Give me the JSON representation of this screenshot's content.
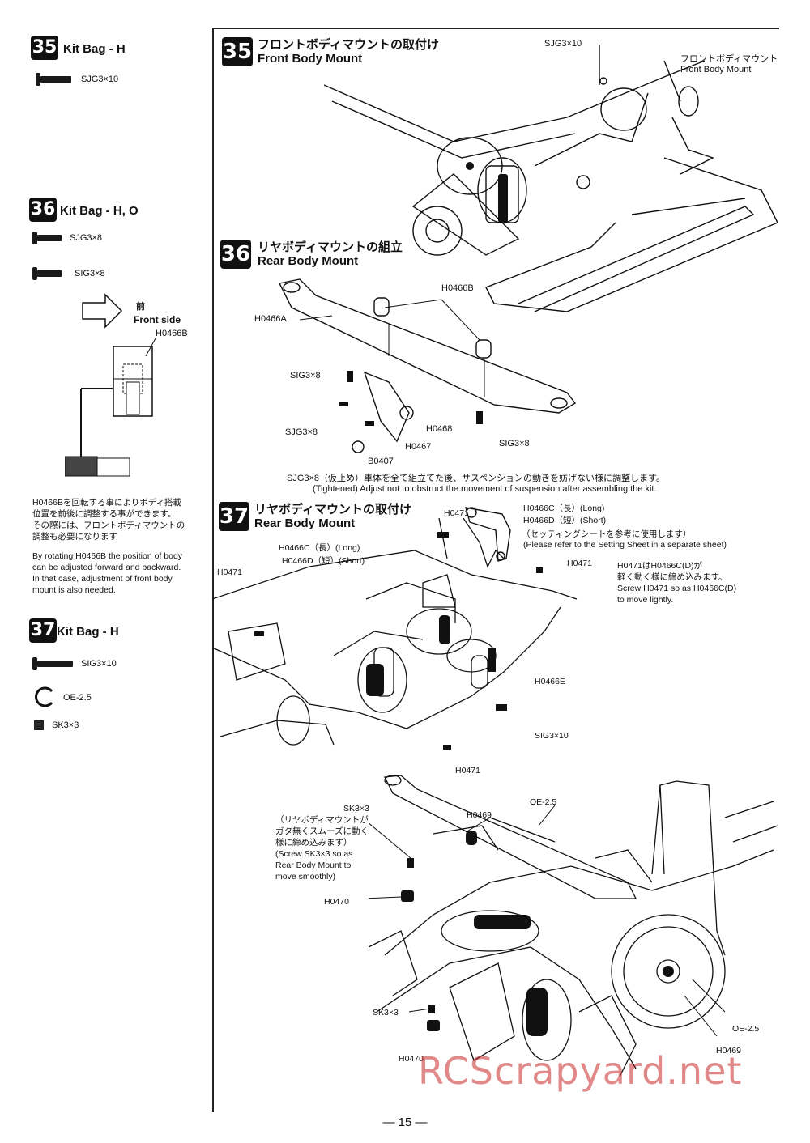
{
  "left": {
    "kit35": {
      "num": "35",
      "title": "Kit Bag - H",
      "parts": [
        {
          "label": "SJG3×10"
        }
      ]
    },
    "kit36": {
      "num": "36",
      "title": "Kit Bag - H, O",
      "parts": [
        {
          "label": "SJG3×8"
        },
        {
          "label": "SIG3×8"
        }
      ]
    },
    "front_arrow": {
      "jp": "前",
      "en": "Front side",
      "part": "H0466B"
    },
    "note_jp": [
      "H0466Bを回転する事によりボディ搭載",
      "位置を前後に調整する事ができます。",
      "その際には、フロントボディマウントの",
      "調整も必要になります"
    ],
    "note_en": [
      "By rotating H0466B the position of body",
      "can be adjusted forward and backward.",
      "In that case, adjustment of front body",
      "mount is also needed."
    ],
    "kit37": {
      "num": "37",
      "title": "Kit Bag - H",
      "parts": [
        {
          "label": "SIG3×10"
        },
        {
          "label": "OE-2.5"
        },
        {
          "label": "SK3×3"
        }
      ]
    }
  },
  "step35": {
    "num": "35",
    "jp": "フロントボディマウントの取付け",
    "en": "Front Body Mount",
    "labels": {
      "screw": "SJG3×10",
      "mount_jp": "フロントボディマウント",
      "mount_en": "Front Body Mount"
    }
  },
  "step36": {
    "num": "36",
    "jp": "リヤボディマウントの組立",
    "en": "Rear Body Mount",
    "labels": {
      "a": "H0466A",
      "b": "H0466B",
      "sig": "SIG3×8",
      "sjg": "SJG3×8",
      "h0468": "H0468",
      "h0467": "H0467",
      "b0407": "B0407",
      "sig2": "SIG3×8"
    },
    "caption_jp": "SJG3×8（仮止め）車体を全て組立てた後、サスペンションの動きを妨げない様に調整します。",
    "caption_en": "(Tightened)  Adjust not to obstruct the movement of suspension after assembling the kit."
  },
  "step37": {
    "num": "37",
    "jp": "リヤボディマウントの取付け",
    "en": "Rear Body Mount",
    "labels": {
      "h0471a": "H0471",
      "c_long": "H0466C（長）(Long)",
      "d_short": "H0466D（短）(Short)",
      "setting_jp": "（セッティングシートを参考に使用します）",
      "setting_en": "(Please refer to the Setting Sheet in a separate sheet)",
      "h0471b": "H0471",
      "c_long2": "H0466C（長）(Long)",
      "d_short2": "H0466D（短）(Short)",
      "h0471c": "H0471",
      "screw_note": [
        "H0471はH0466C(D)が",
        "軽く動く様に締め込みます。",
        "Screw H0471 so as H0466C(D)",
        "to move lightly."
      ],
      "h0466e": "H0466E",
      "sig310": "SIG3×10",
      "h0471d": "H0471",
      "sk33": "SK3×3",
      "sk_note": [
        "（リヤボディマウントが",
        "ガタ無くスムーズに動く",
        "様に締め込みます）",
        "(Screw SK3×3 so as",
        "Rear Body Mount to",
        "move smoothly)"
      ],
      "h0469": "H0469",
      "oe25": "OE-2.5",
      "h0470": "H0470",
      "sk33b": "SK3×3",
      "h0470b": "H0470",
      "oe25b": "OE-2.5",
      "h0469b": "H0469"
    }
  },
  "page_number": "— 15 —",
  "watermark": "RCScrapyard.net"
}
